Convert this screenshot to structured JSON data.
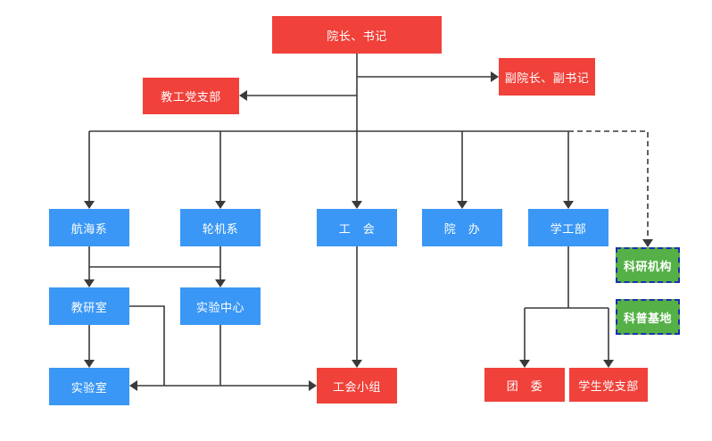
{
  "colors": {
    "leadership": "#f0413a",
    "department": "#3a97f5",
    "research": "#55b047",
    "research_border": "#1c2fb0",
    "connector": "#3a3a3a"
  },
  "nodes": {
    "president": "院长、书记",
    "vice_president": "副院长、副书记",
    "staff_party_branch": "教工党支部",
    "navigation_dept": "航海系",
    "marine_engineering_dept": "轮机系",
    "labor_union": "工　会",
    "dean_office": "院　办",
    "student_affairs": "学工部",
    "research_institutes": "科研机构",
    "popular_science_base": "科普基地",
    "teaching_research_office": "教研室",
    "experiment_center": "实验中心",
    "laboratory": "实验室",
    "union_group": "工会小组",
    "youth_league": "团　委",
    "student_party_branch": "学生党支部"
  }
}
